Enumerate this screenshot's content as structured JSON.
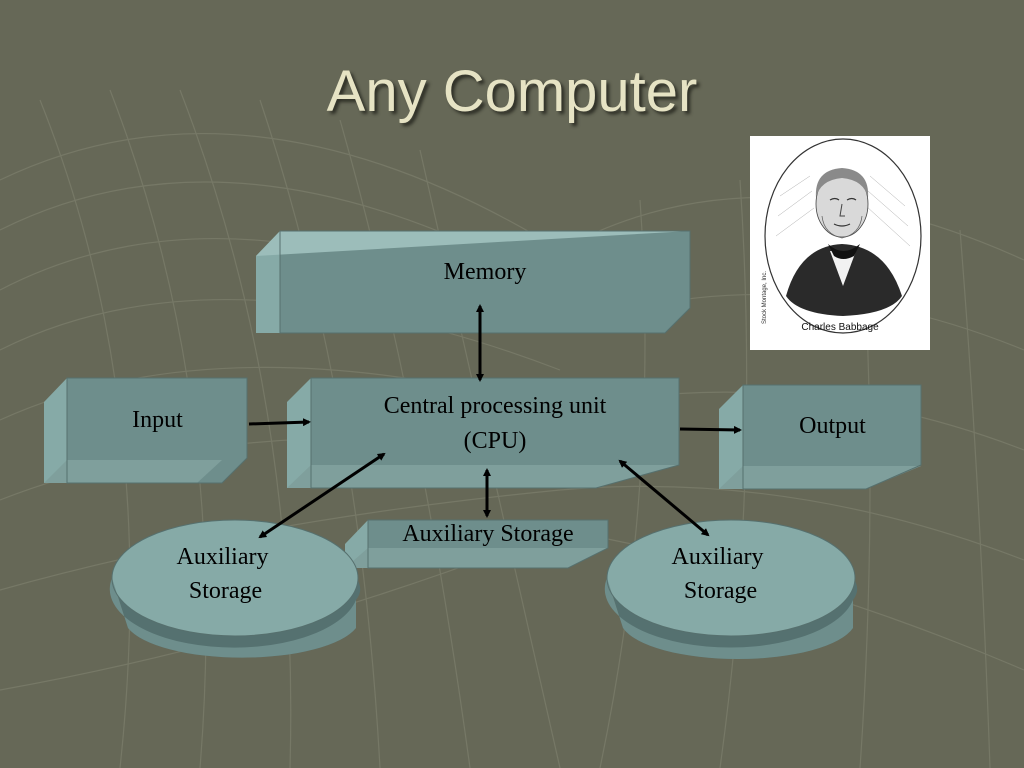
{
  "slide": {
    "title": "Any Computer"
  },
  "diagram": {
    "memory": "Memory",
    "input": "Input",
    "cpu_line1": "Central processing unit",
    "cpu_line2": "(CPU)",
    "output": "Output",
    "aux_storage_middle": "Auxiliary Storage",
    "aux_left_line1": "Auxiliary",
    "aux_left_line2": "Storage",
    "aux_right_line1": "Auxiliary",
    "aux_right_line2": "Storage"
  },
  "portrait": {
    "caption": "Charles Babbage",
    "credit": "Stock Montage, Inc."
  },
  "colors": {
    "background": "#666857",
    "box_front": "#6e8e8c",
    "box_side": "#86aaa7",
    "box_top": "#9cbdba",
    "title": "#e6e3c4"
  }
}
